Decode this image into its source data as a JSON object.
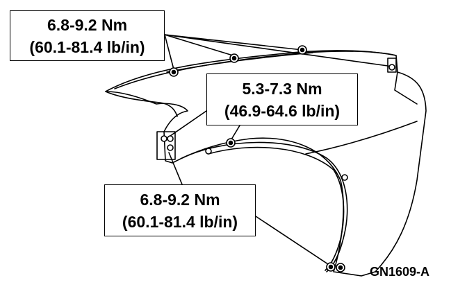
{
  "callouts": {
    "top": {
      "torque_nm": "6.8-9.2 Nm",
      "torque_lbin": "(60.1-81.4 lb/in)"
    },
    "middle": {
      "torque_nm": "5.3-7.3 Nm",
      "torque_lbin": "(46.9-64.6 lb/in)"
    },
    "bottom": {
      "torque_nm": "6.8-9.2 Nm",
      "torque_lbin": "(60.1-81.4 lb/in)"
    }
  },
  "figure_id": "GN1609-A",
  "colors": {
    "line": "#000000",
    "background": "#ffffff"
  }
}
